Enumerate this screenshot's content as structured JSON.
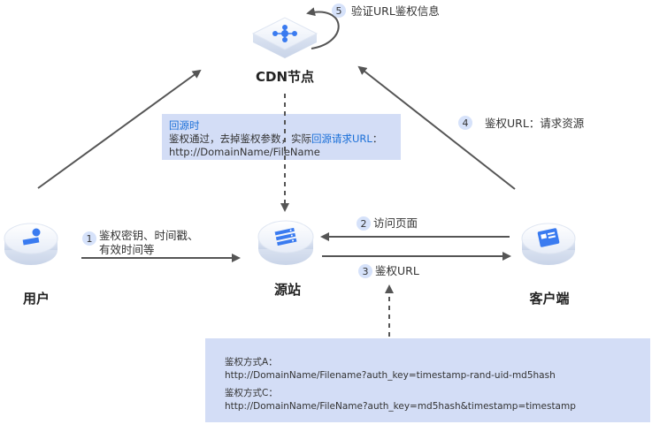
{
  "nodes": {
    "cdn": {
      "label": "CDN节点"
    },
    "user": {
      "label": "用户"
    },
    "origin": {
      "label": "源站"
    },
    "client": {
      "label": "客户端"
    }
  },
  "steps": [
    {
      "num": "1",
      "lines": [
        "鉴权密钥、时间戳、",
        "有效时间等"
      ]
    },
    {
      "num": "2",
      "lines": [
        "访问页面"
      ]
    },
    {
      "num": "3",
      "lines": [
        "鉴权URL"
      ]
    },
    {
      "num": "4",
      "lines": [
        "鉴权URL：请求资源"
      ]
    },
    {
      "num": "5",
      "lines": [
        "验证URL鉴权信息"
      ]
    }
  ],
  "origin_fetch_box": {
    "title": "回源时",
    "line2_prefix": "鉴权通过，去掉鉴权参数，实际",
    "line2_highlight": "回源请求URL",
    "line2_suffix": "：",
    "line3": "http://DomainName/FileName"
  },
  "auth_methods_box": {
    "a_title": "鉴权方式A：",
    "a_url": "http://DomainName/Filename?auth_key=timestamp-rand-uid-md5hash",
    "c_title": "鉴权方式C：",
    "c_url": "http://DomainName/FileName?auth_key=md5hash&timestamp=timestamp"
  },
  "colors": {
    "arrow": "#555555",
    "box_fill": "#d3ddf6",
    "badge_fill": "#d6e2fa",
    "icon_blue": "#3a7bf0",
    "highlight_text": "#1a6fd8"
  }
}
